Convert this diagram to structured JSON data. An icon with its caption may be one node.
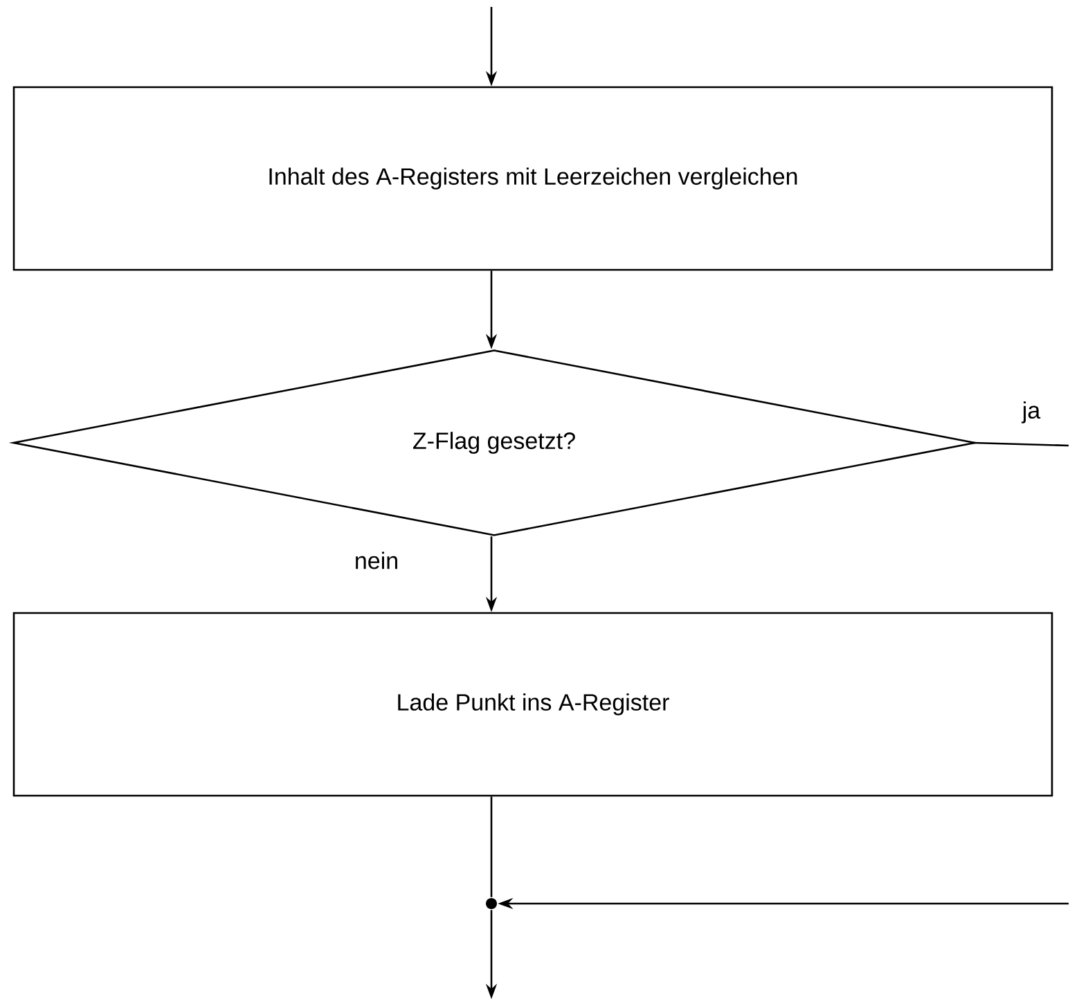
{
  "diagram": {
    "nodes": [
      {
        "text": [
          "Inhalt des A-Registers mit Leerzeichen vergleichen"
        ]
      },
      {
        "text": [
          "Z-Flag gesetzt?"
        ]
      },
      {
        "text": [
          "Lade Punkt ins A-Register"
        ]
      },
      {
        "text": [],
        "shape": "circle"
      }
    ],
    "edges": [
      {
        "from": null,
        "to": 0,
        "arrow": "to"
      },
      {
        "from": 0,
        "to": 1,
        "arrow": "to"
      },
      {
        "from": 1,
        "to": 2,
        "arrow": "to",
        "label": "nein"
      },
      {
        "from": 1,
        "to": null,
        "arrow": "none",
        "label": "ja"
      },
      {
        "from": 2,
        "to": 3,
        "arrow": "none"
      },
      {
        "from": null,
        "to": 3,
        "arrow": "to"
      },
      {
        "from": 3,
        "to": null,
        "arrow": "to"
      }
    ]
  }
}
